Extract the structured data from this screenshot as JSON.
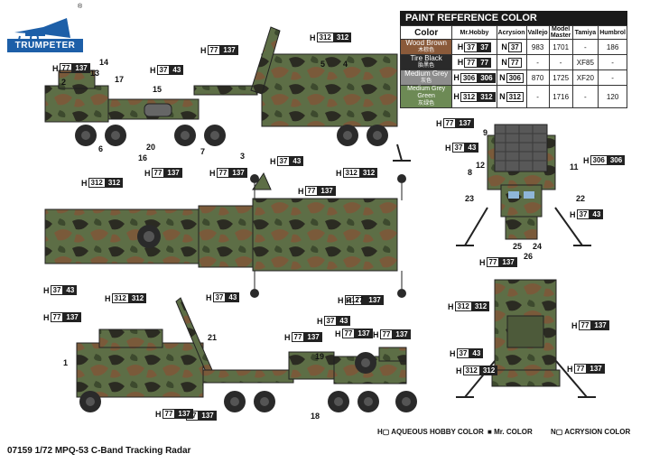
{
  "brand": {
    "name": "TRUMPETER",
    "reg_mark": "®"
  },
  "paint_table": {
    "title": "PAINT REFERENCE COLOR",
    "headers": [
      "Color",
      "Mr.Hobby",
      "Acrysion",
      "Vallejo",
      "Model Master",
      "Tamiya",
      "Humbrol"
    ],
    "rows": [
      {
        "name": "Wood Brown",
        "name_cn": "木棕色",
        "color": "#8a5a3a",
        "hobby": "37",
        "acrysion": "37",
        "vallejo": "983",
        "model_master": "1701",
        "tamiya": "-",
        "humbrol": "186"
      },
      {
        "name": "Tire Black",
        "name_cn": "胎黑色",
        "color": "#2a2a2a",
        "hobby": "77",
        "acrysion": "77",
        "vallejo": "-",
        "model_master": "-",
        "tamiya": "XF85",
        "humbrol": "-"
      },
      {
        "name": "Medium Grey",
        "name_cn": "灰色",
        "color": "#8d8d8d",
        "hobby": "306",
        "acrysion": "306",
        "vallejo": "870",
        "model_master": "1725",
        "tamiya": "XF20",
        "humbrol": "-"
      },
      {
        "name": "Medium Grey Green",
        "name_cn": "灰绿色",
        "color": "#6d8a55",
        "hobby": "312",
        "acrysion": "312",
        "vallejo": "-",
        "model_master": "1716",
        "tamiya": "-",
        "humbrol": "120"
      }
    ]
  },
  "legend": [
    {
      "key": "H",
      "label": "AQUEOUS HOBBY COLOR"
    },
    {
      "key": "■",
      "label": "Mr. COLOR"
    },
    {
      "key": "N",
      "label": "ACRYSION COLOR"
    }
  ],
  "footer": {
    "code": "07159",
    "title": "1/72 MPQ-53 C-Band Tracking Radar"
  },
  "callouts": [
    {
      "id": "c1",
      "k": "H",
      "a": "77",
      "b": "137"
    },
    {
      "id": "c2",
      "k": "H",
      "a": "37",
      "b": "43"
    },
    {
      "id": "c3",
      "k": "H",
      "a": "77",
      "b": "137"
    },
    {
      "id": "c4",
      "k": "H",
      "a": "312",
      "b": "312"
    },
    {
      "id": "c5",
      "k": "H",
      "a": "77",
      "b": "137"
    },
    {
      "id": "c6",
      "k": "H",
      "a": "37",
      "b": "43"
    },
    {
      "id": "c7",
      "k": "H",
      "a": "77",
      "b": "137"
    },
    {
      "id": "c8",
      "k": "H",
      "a": "37",
      "b": "43"
    },
    {
      "id": "c9",
      "k": "H",
      "a": "306",
      "b": "306"
    },
    {
      "id": "c10",
      "k": "H",
      "a": "312",
      "b": "312"
    },
    {
      "id": "c11",
      "k": "H",
      "a": "77",
      "b": "137"
    },
    {
      "id": "c12",
      "k": "H",
      "a": "77",
      "b": "137"
    },
    {
      "id": "c13",
      "k": "H",
      "a": "312",
      "b": "312"
    },
    {
      "id": "c14",
      "k": "H",
      "a": "37",
      "b": "43"
    },
    {
      "id": "c15",
      "k": "H",
      "a": "312",
      "b": "312"
    },
    {
      "id": "c16",
      "k": "H",
      "a": "77",
      "b": "137"
    },
    {
      "id": "c17",
      "k": "H",
      "a": "37",
      "b": "43"
    },
    {
      "id": "c18",
      "k": "H",
      "a": "77",
      "b": "137"
    },
    {
      "id": "c19",
      "k": "H",
      "a": "312",
      "b": "312"
    },
    {
      "id": "c20",
      "k": "H",
      "a": "77",
      "b": "137"
    },
    {
      "id": "c21",
      "k": "H",
      "a": "312",
      "b": "312"
    },
    {
      "id": "c22",
      "k": "H",
      "a": "37",
      "b": "43"
    },
    {
      "id": "c23",
      "k": "H",
      "a": "77",
      "b": "137"
    },
    {
      "id": "c24",
      "k": "H",
      "a": "77",
      "b": "137"
    },
    {
      "id": "c25",
      "k": "H",
      "a": "312",
      "b": "312"
    },
    {
      "id": "c26",
      "k": "H",
      "a": "37",
      "b": "43"
    },
    {
      "id": "c27",
      "k": "H",
      "a": "77",
      "b": "137"
    },
    {
      "id": "c28",
      "k": "H",
      "a": "77",
      "b": "137"
    },
    {
      "id": "c29",
      "k": "H",
      "a": "77",
      "b": "137"
    },
    {
      "id": "c30",
      "k": "H",
      "a": "37",
      "b": "43"
    },
    {
      "id": "c31",
      "k": "H",
      "a": "77",
      "b": "137"
    },
    {
      "id": "c32",
      "k": "H",
      "a": "77",
      "b": "137"
    }
  ],
  "part_numbers": [
    "1",
    "2",
    "3",
    "4",
    "5",
    "6",
    "7",
    "8",
    "9",
    "11",
    "12",
    "13",
    "14",
    "15",
    "16",
    "17",
    "18",
    "19",
    "20",
    "21",
    "22",
    "23",
    "24",
    "25",
    "26"
  ]
}
